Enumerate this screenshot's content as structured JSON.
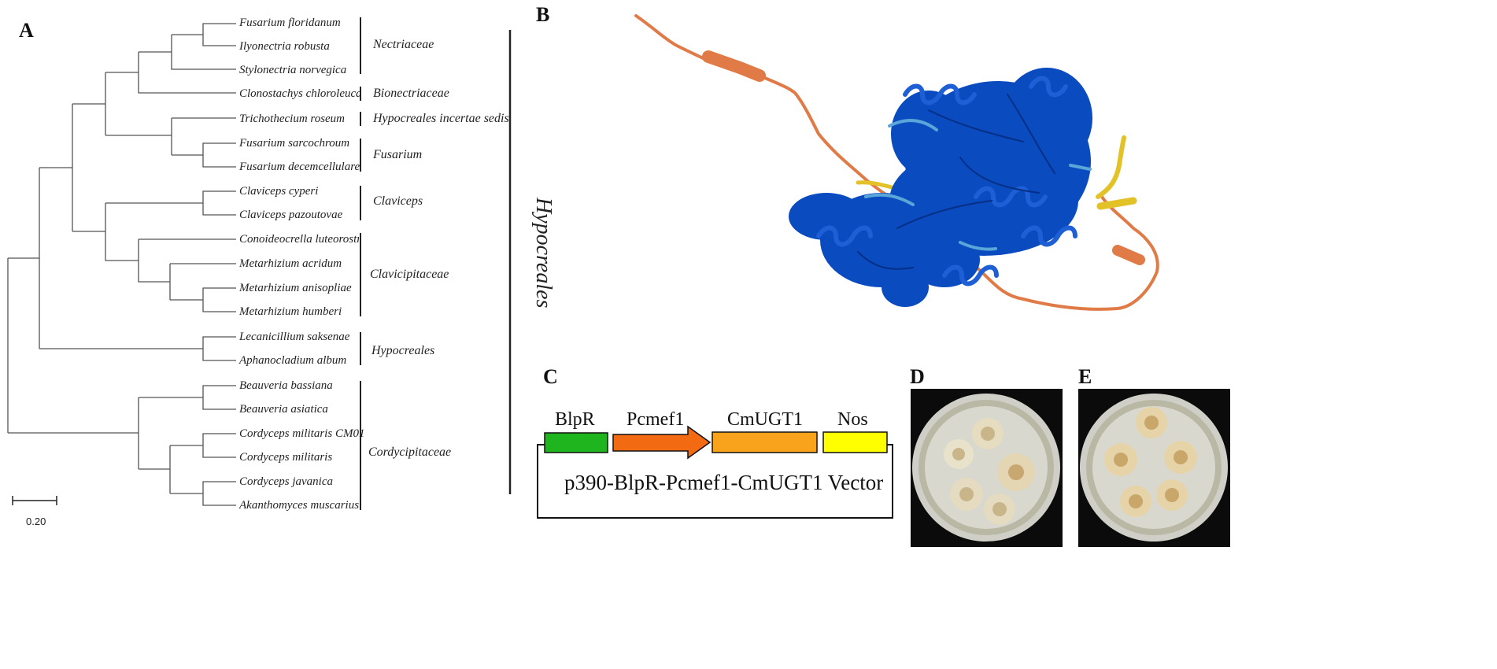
{
  "panels": {
    "a": "A",
    "b": "B",
    "c": "C",
    "d": "D",
    "e": "E"
  },
  "tree": {
    "taxa": [
      "Fusarium floridanum",
      "Ilyonectria robusta",
      "Stylonectria norvegica",
      "Clonostachys chloroleuca",
      "Trichothecium roseum",
      "Fusarium sarcochroum",
      "Fusarium decemcellulare",
      "Claviceps cyperi",
      "Claviceps pazoutovae",
      "Conoideocrella luteorostrata",
      "Metarhizium acridum",
      "Metarhizium anisopliae",
      "Metarhizium humberi",
      "Lecanicillium saksenae",
      "Aphanocladium album",
      "Beauveria bassiana",
      "Beauveria asiatica",
      "Cordyceps militaris CM01",
      "Cordyceps militaris",
      "Cordyceps javanica",
      "Akanthomyces muscarius"
    ],
    "families": [
      "Nectriaceae",
      "Bionectriaceae",
      "Hypocreales incertae sedis",
      "Fusarium",
      "Claviceps",
      "Clavicipitaceae",
      "Hypocreales",
      "Cordycipitaceae"
    ],
    "order": "Hypocreales",
    "scale": "0.20"
  },
  "vector": {
    "elements": [
      {
        "label": "BlpR",
        "color": "#1fb51f"
      },
      {
        "label": "Pcmef1",
        "color": "#f26b12"
      },
      {
        "label": "CmUGT1",
        "color": "#f9a21c"
      },
      {
        "label": "Nos",
        "color": "#ffff00"
      }
    ],
    "name": "p390-BlpR-Pcmef1-CmUGT1 Vector"
  },
  "colors": {
    "protein_core": "#0a4bc0",
    "protein_medium": "#5aa6d8",
    "protein_low": "#e3c228",
    "protein_very_low": "#e07a46"
  }
}
